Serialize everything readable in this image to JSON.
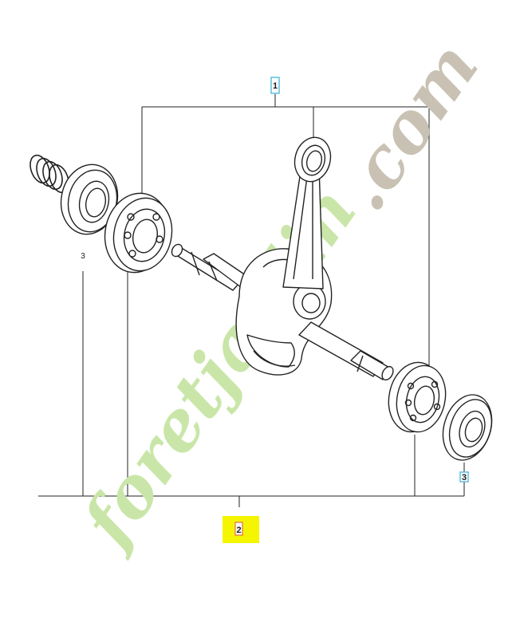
{
  "callouts": {
    "one": "1",
    "two": "2",
    "three_left": "3",
    "three_right": "3"
  },
  "watermark": {
    "green_part": "foretjardin",
    "gray_part": ".com",
    "green_color": "#c9e6a8",
    "gray_color": "#c9c2b4"
  },
  "colors": {
    "outline": "#222222",
    "callout_box_blue": "#5bc0de",
    "callout_box_yellow": "#f5f500",
    "callout_box_red": "#e0504a"
  }
}
